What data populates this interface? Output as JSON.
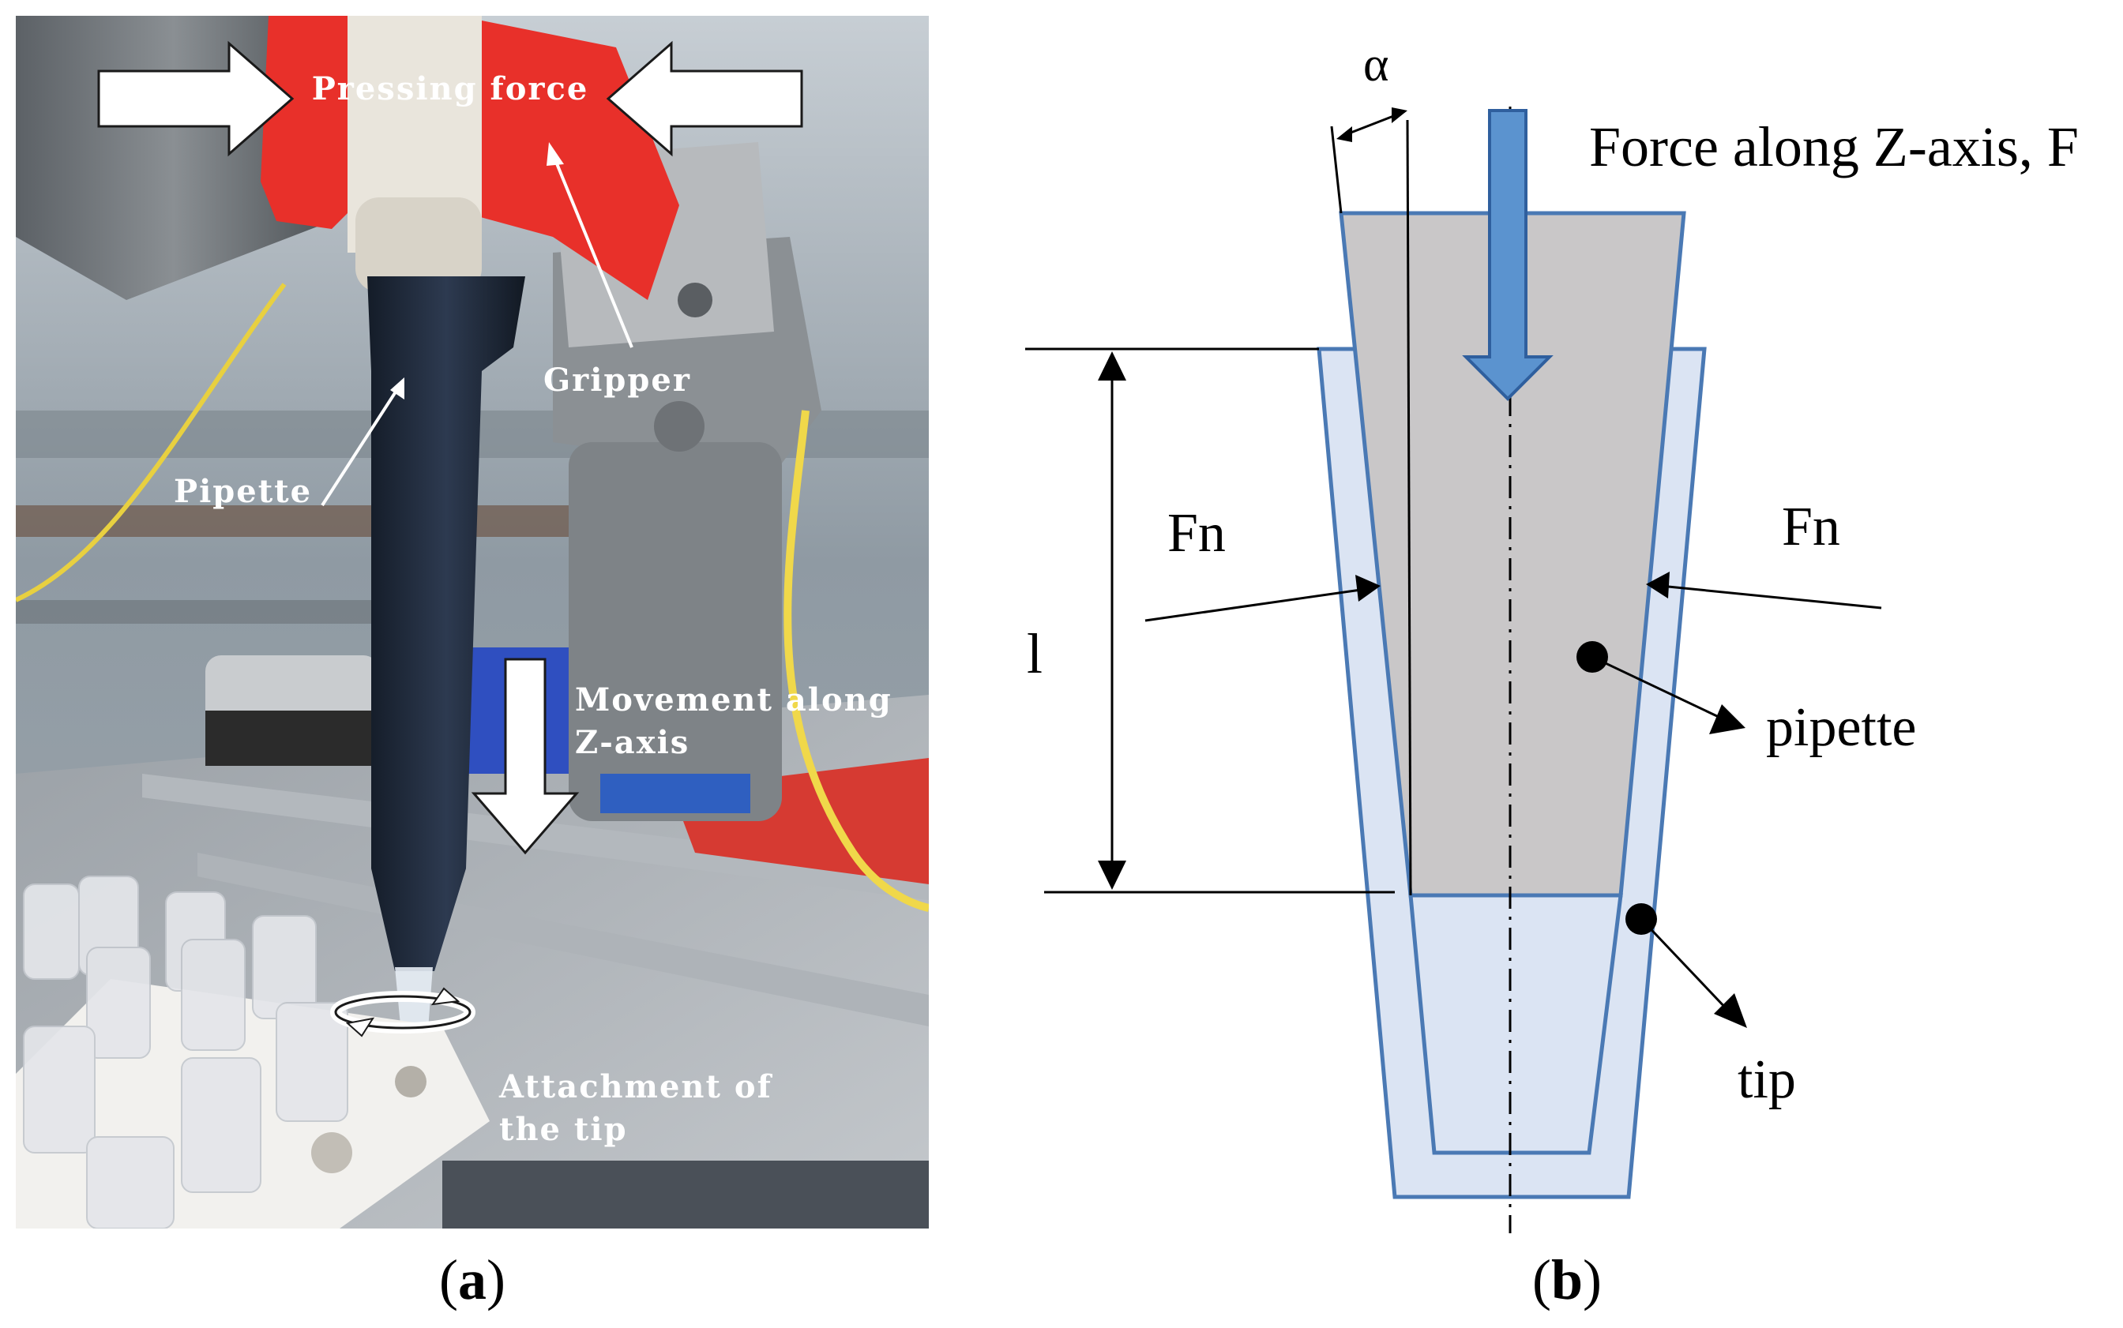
{
  "panel_a": {
    "caption_open": "(",
    "caption_letter": "a",
    "caption_close": ")",
    "labels": {
      "pressing_force": "Pressing force",
      "gripper": "Gripper",
      "pipette": "Pipette",
      "movement_line1": "Movement along",
      "movement_line2": "Z-axis",
      "attachment_line1": "Attachment of",
      "attachment_line2": "the tip"
    }
  },
  "panel_b": {
    "caption_open": "(",
    "caption_letter": "b",
    "caption_close": ")",
    "labels": {
      "alpha": "α",
      "force_z": "Force along Z-axis, F",
      "fn_left": "Fn",
      "fn_right": "Fn",
      "length": "l",
      "pipette": "pipette",
      "tip": "tip"
    }
  },
  "colors": {
    "pipette_fill": "#c9c7c8",
    "tip_fill": "#dbe4f3",
    "outline": "#4a79b4",
    "arrow_blue": "#5b93cf",
    "gripper_red": "#e8302a",
    "pipette_dark": "#1f2a3c"
  }
}
